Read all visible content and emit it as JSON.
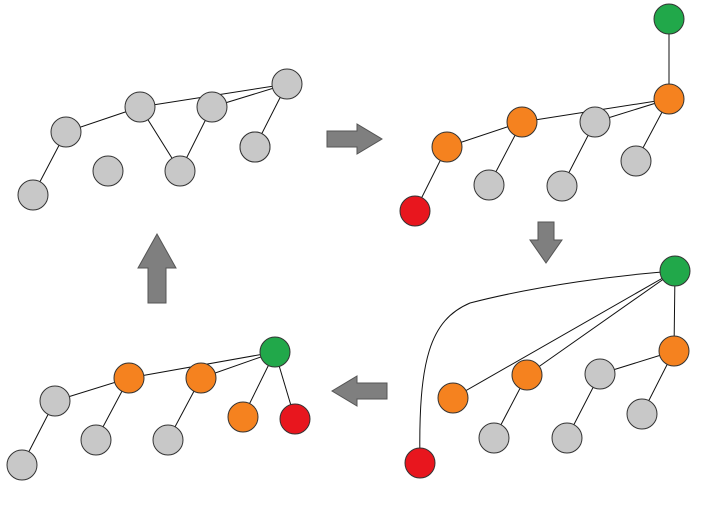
{
  "colors": {
    "gray": "#c8c8c8",
    "orange": "#f5821f",
    "red": "#e8161e",
    "green": "#21a84a",
    "arrow": "#7f7f7f"
  },
  "panels": [
    {
      "id": "top-left",
      "nodes": [
        {
          "id": "r",
          "color": "gray"
        },
        {
          "id": "a",
          "color": "gray"
        },
        {
          "id": "b",
          "color": "gray"
        },
        {
          "id": "c",
          "color": "gray"
        },
        {
          "id": "a1",
          "color": "gray"
        },
        {
          "id": "b1",
          "color": "gray"
        },
        {
          "id": "c1",
          "color": "gray"
        },
        {
          "id": "r1",
          "color": "gray"
        },
        {
          "id": "leaf",
          "color": "gray"
        }
      ]
    },
    {
      "id": "top-right",
      "nodes": [
        {
          "id": "g",
          "color": "green"
        },
        {
          "id": "r",
          "color": "orange"
        },
        {
          "id": "a",
          "color": "orange"
        },
        {
          "id": "b",
          "color": "orange"
        },
        {
          "id": "c",
          "color": "gray"
        },
        {
          "id": "a1",
          "color": "gray"
        },
        {
          "id": "b1",
          "color": "gray"
        },
        {
          "id": "c1",
          "color": "gray"
        },
        {
          "id": "leaf",
          "color": "red"
        }
      ]
    },
    {
      "id": "bottom-right",
      "nodes": [
        {
          "id": "g",
          "color": "green"
        },
        {
          "id": "r",
          "color": "orange"
        },
        {
          "id": "a",
          "color": "orange"
        },
        {
          "id": "b",
          "color": "orange"
        },
        {
          "id": "c",
          "color": "gray"
        },
        {
          "id": "a1",
          "color": "gray"
        },
        {
          "id": "b1",
          "color": "gray"
        },
        {
          "id": "c1",
          "color": "gray"
        },
        {
          "id": "leaf",
          "color": "red"
        }
      ]
    },
    {
      "id": "bottom-left",
      "nodes": [
        {
          "id": "g",
          "color": "green"
        },
        {
          "id": "a",
          "color": "orange"
        },
        {
          "id": "b",
          "color": "orange"
        },
        {
          "id": "o",
          "color": "orange"
        },
        {
          "id": "rr",
          "color": "red"
        },
        {
          "id": "x",
          "color": "gray"
        },
        {
          "id": "a1",
          "color": "gray"
        },
        {
          "id": "b1",
          "color": "gray"
        },
        {
          "id": "leaf",
          "color": "gray"
        }
      ]
    }
  ],
  "arrows": [
    "right",
    "down",
    "left",
    "up"
  ]
}
